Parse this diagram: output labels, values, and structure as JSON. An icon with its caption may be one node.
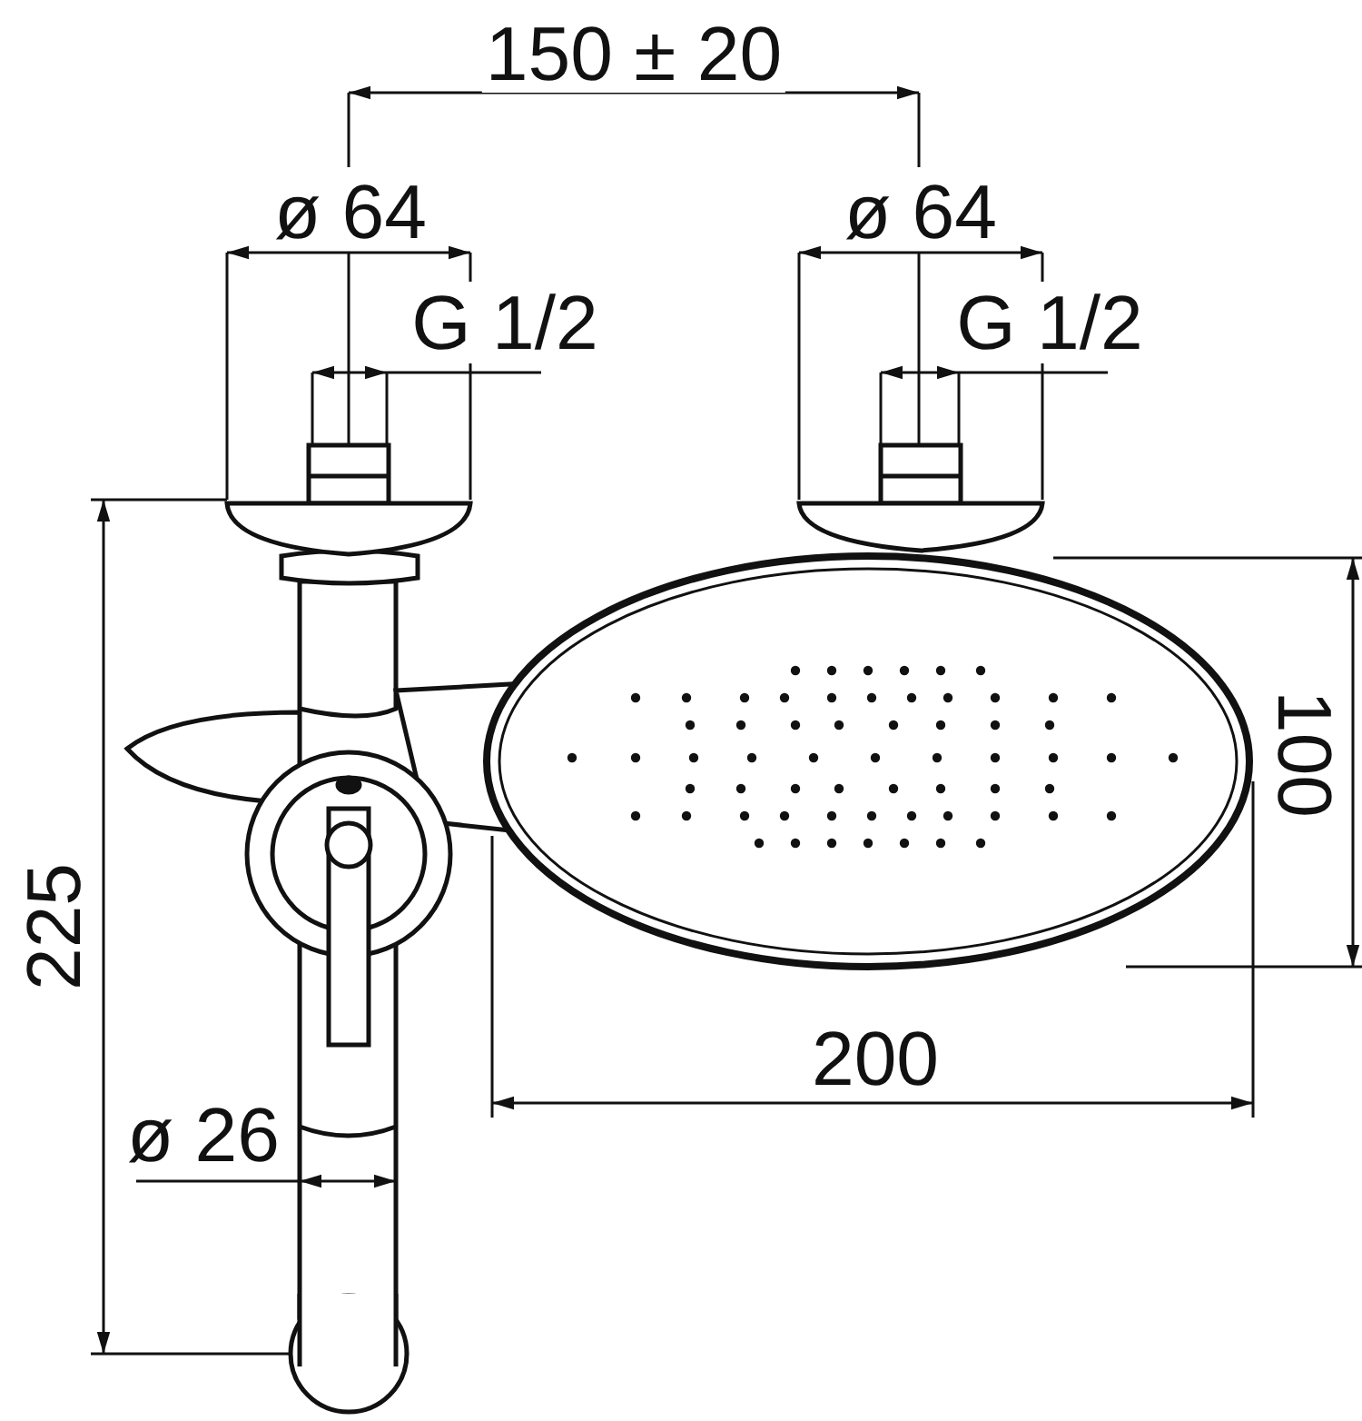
{
  "diagram": {
    "labels": [
      "150 ± 20",
      "ø 64",
      "ø 64",
      "G 1/2",
      "G 1/2",
      "225",
      "100",
      "200",
      "ø 26"
    ]
  }
}
